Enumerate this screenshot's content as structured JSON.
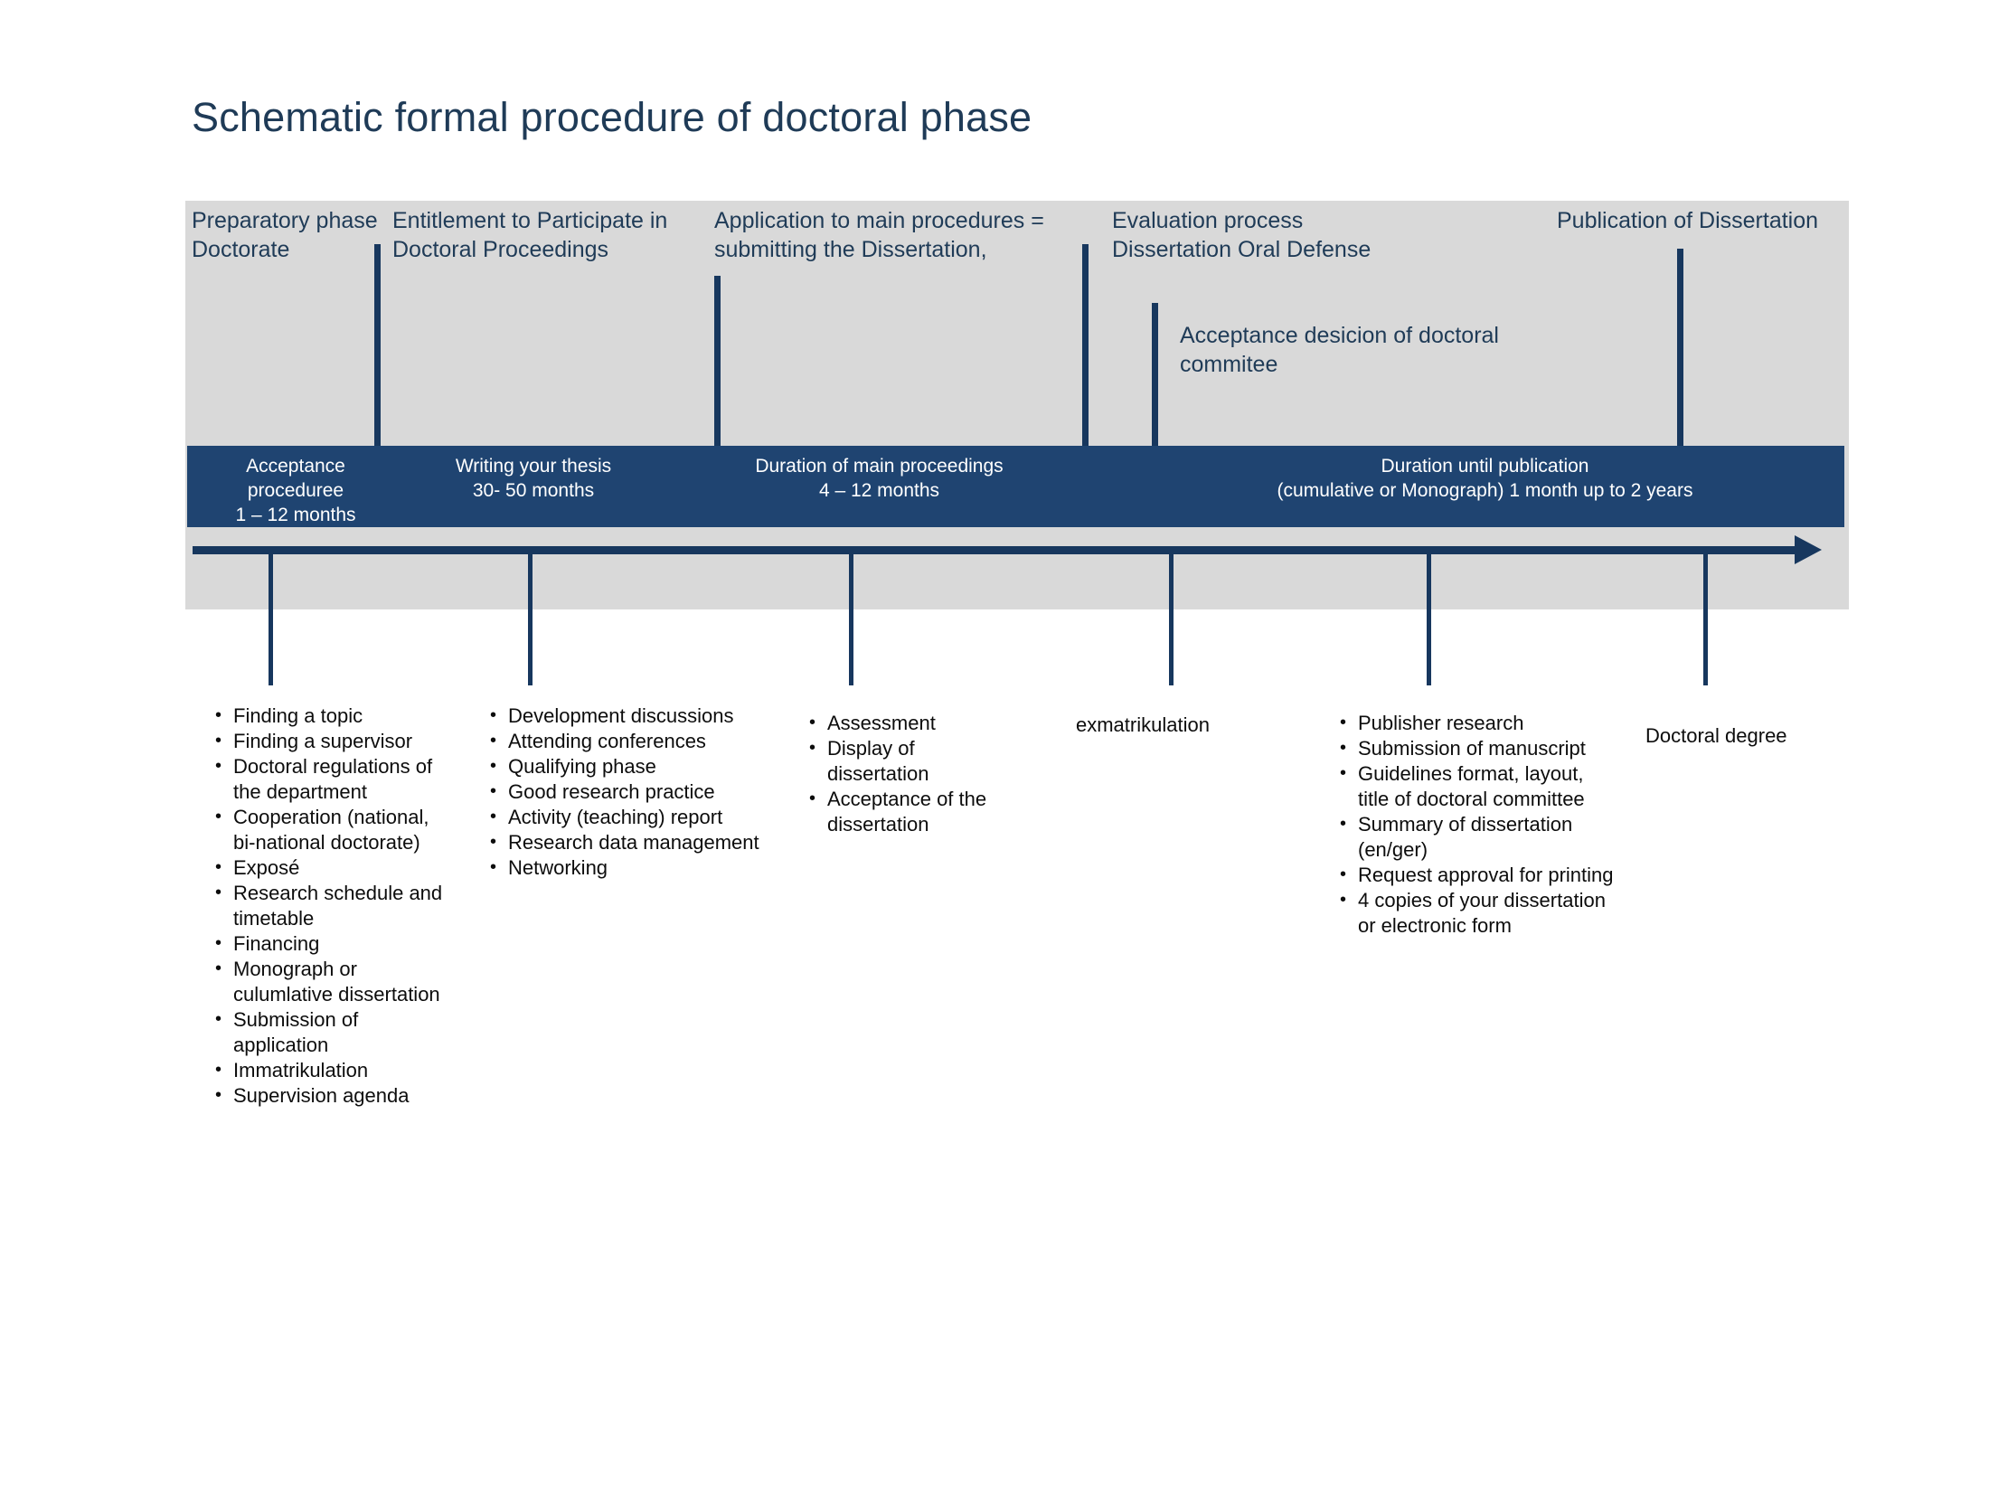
{
  "title": "Schematic formal procedure of doctoral phase",
  "colors": {
    "navy": "#1f4471",
    "dark_navy": "#17375e",
    "band_grey": "#d9d9d9",
    "heading_blue": "#1f3b57",
    "body_text": "#0d0d0d",
    "white": "#ffffff"
  },
  "phases": [
    {
      "label": "Preparatory phase\nDoctorate"
    },
    {
      "label": "Entitlement to Participate in\nDoctoral Proceedings"
    },
    {
      "label": "Application to main procedures =\nsubmitting the Dissertation,"
    },
    {
      "label": "Evaluation process\n Dissertation Oral Defense"
    },
    {
      "label": "Acceptance desicion of doctoral\ncommitee"
    },
    {
      "label": "Publication of Dissertation"
    }
  ],
  "durations": [
    {
      "label": "Acceptance\nproceduree\n1 – 12 months"
    },
    {
      "label": "Writing your thesis\n30- 50 months"
    },
    {
      "label": "Duration of main proceedings\n4 – 12 months"
    },
    {
      "label": "Duration until publication\n(cumulative or Monograph) 1 month up to 2 years"
    }
  ],
  "bullet_groups": [
    {
      "name": "preparatory-tasks",
      "items": [
        "Finding  a topic",
        "Finding  a supervisor",
        "Doctoral regulations of the department",
        "Cooperation (national, bi-national doctorate)",
        "Exposé",
        "Research schedule  and timetable",
        "Financing",
        "Monograph or culumlative dissertation",
        "Submission  of application",
        "Immatrikulation",
        "Supervision  agenda"
      ]
    },
    {
      "name": "thesis-writing-tasks",
      "items": [
        "Development discussions",
        "Attending conferences",
        "Qualifying  phase",
        "Good research practice",
        "Activity (teaching) report",
        "Research data management",
        "Networking"
      ]
    },
    {
      "name": "main-proceedings-tasks",
      "items": [
        "Assessment",
        "Display of dissertation",
        "Acceptance of the dissertation"
      ]
    },
    {
      "name": "publication-tasks",
      "items": [
        "Publisher  research",
        "Submission  of manuscript",
        "Guidelines format, layout, title of doctoral committee",
        "Summary of dissertation (en/ger)",
        "Request approval for printing",
        "4 copies of your dissertation or electronic form"
      ]
    }
  ],
  "notes": [
    {
      "name": "exmatrikulation-note",
      "label": "exmatrikulation"
    },
    {
      "name": "doctoral-degree-note",
      "label": "Doctoral degree"
    }
  ]
}
